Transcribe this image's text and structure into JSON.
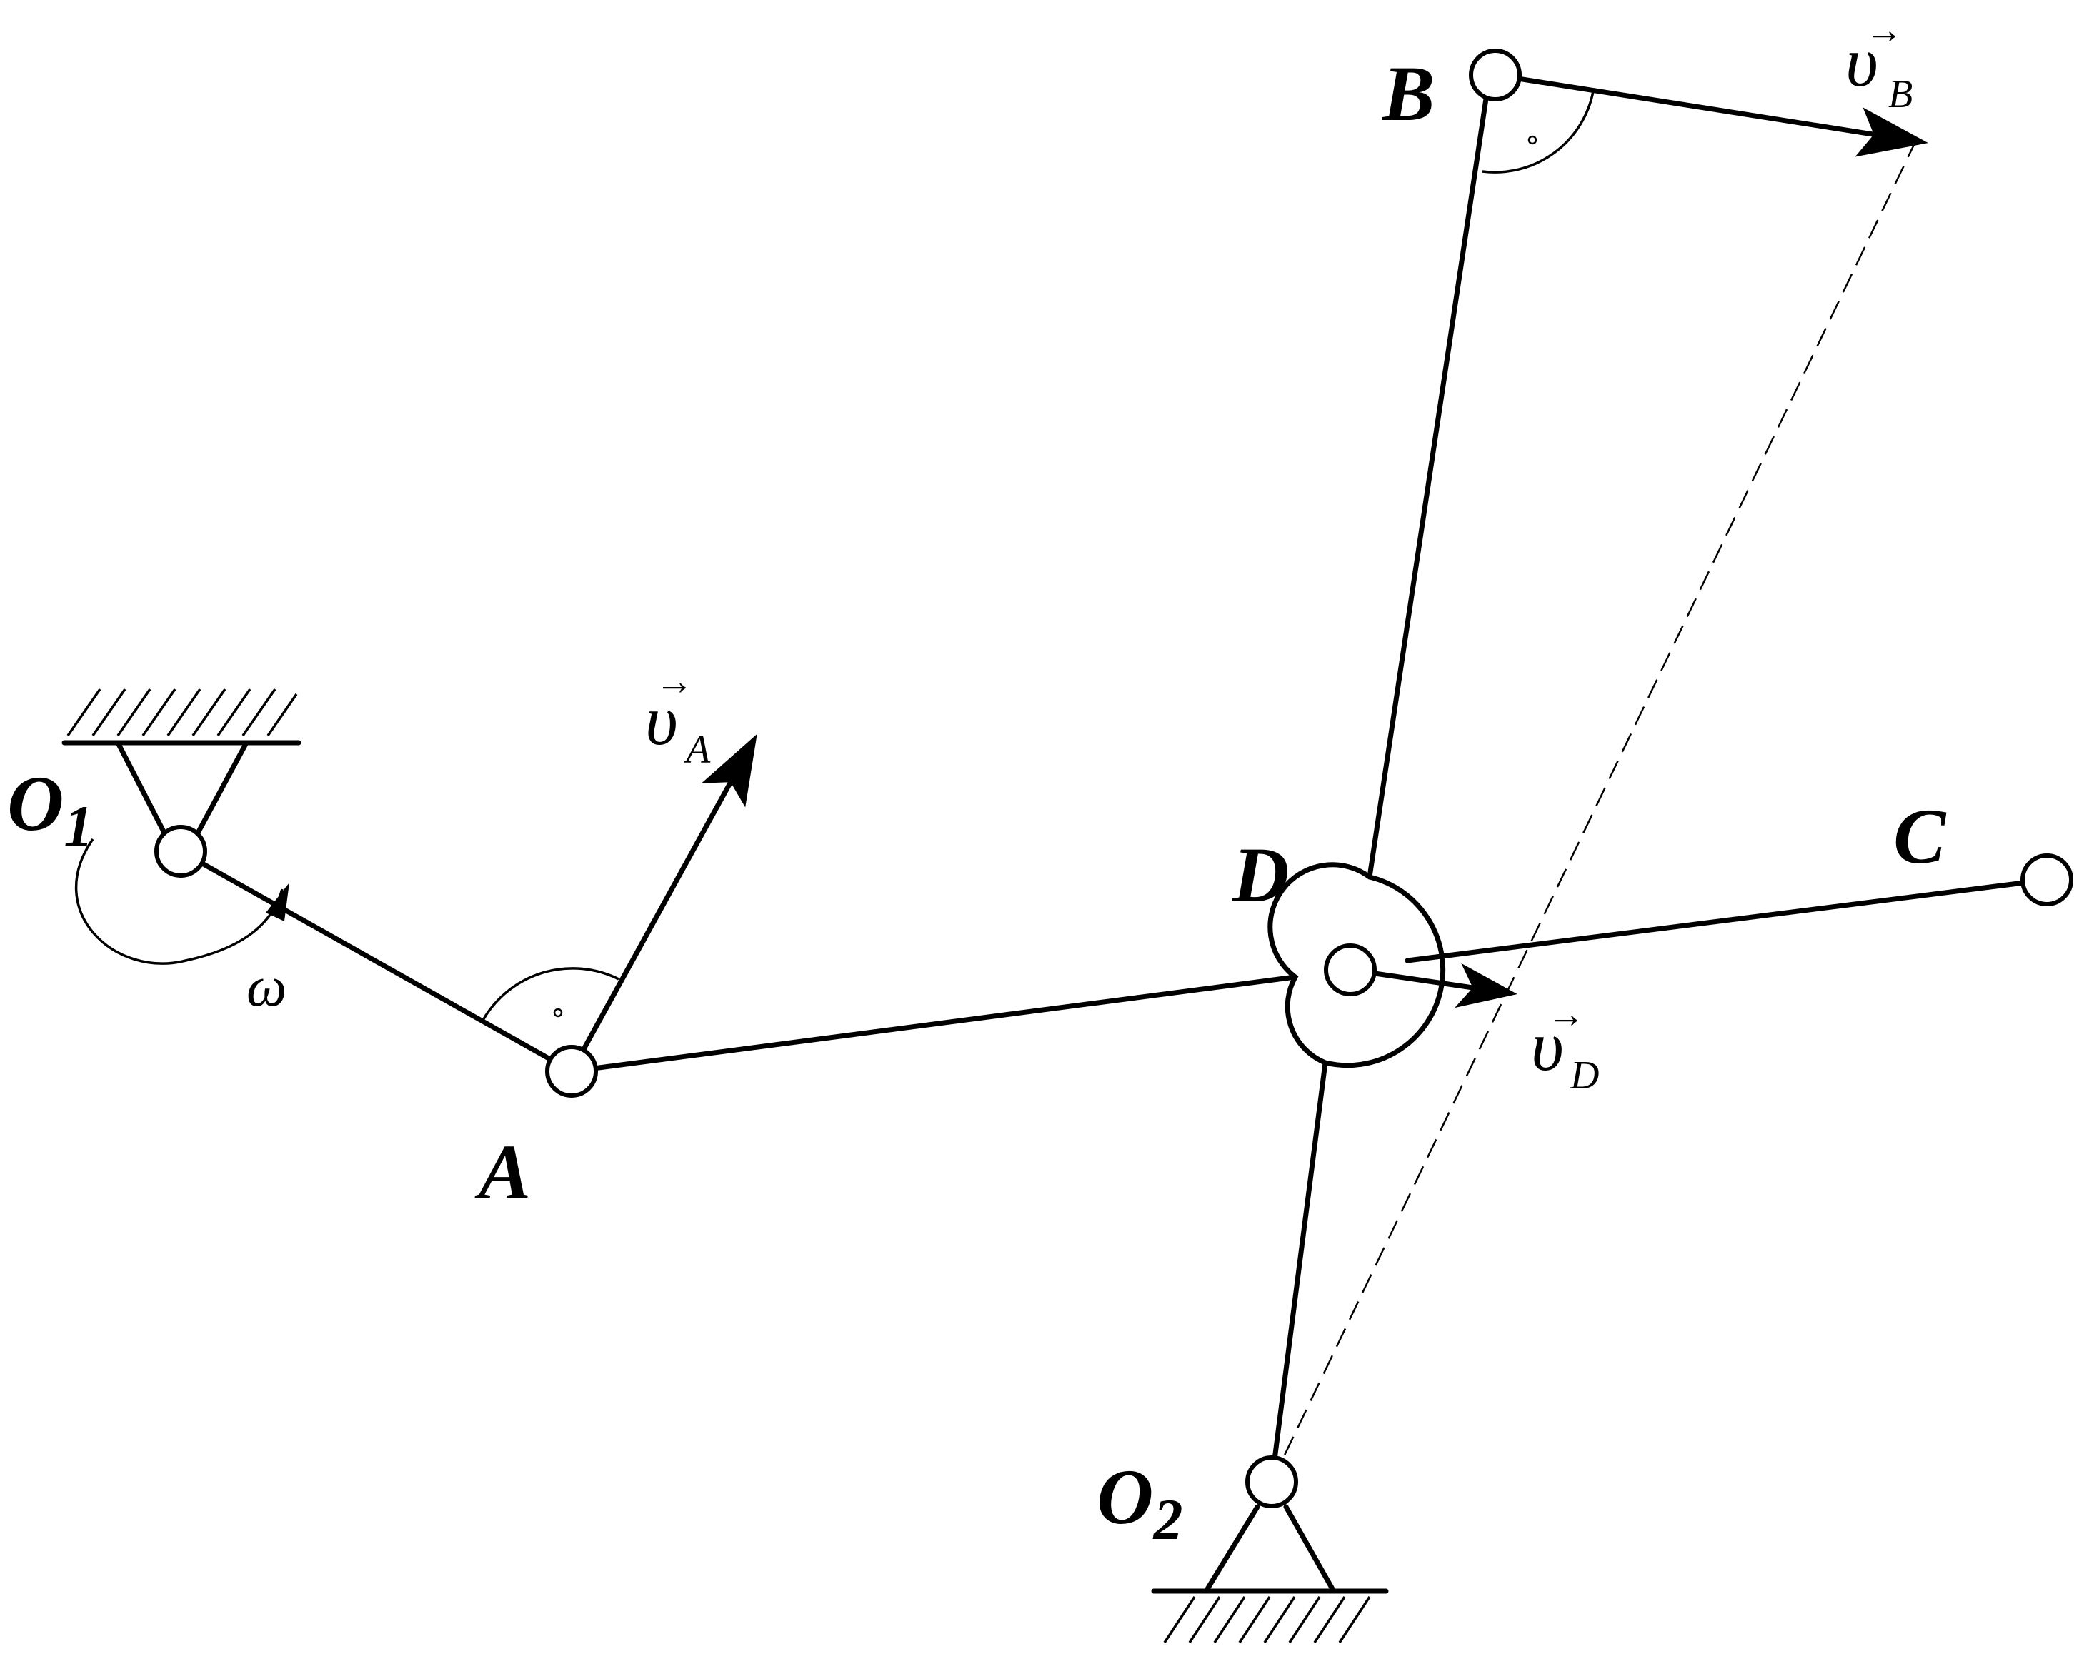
{
  "labels": {
    "O1": {
      "main": "O",
      "sub": "1"
    },
    "O2": {
      "main": "O",
      "sub": "2"
    },
    "A": "A",
    "B": "B",
    "C": "C",
    "D": "D",
    "omega": "ω"
  },
  "vectors": {
    "vA": {
      "symbol": "υ",
      "sub": "A",
      "arrow": "→"
    },
    "vB": {
      "symbol": "υ",
      "sub": "B",
      "arrow": "→"
    },
    "vD": {
      "symbol": "υ",
      "sub": "D",
      "arrow": "→"
    }
  },
  "colors": {
    "ink": "#000000",
    "background": "#ffffff"
  }
}
